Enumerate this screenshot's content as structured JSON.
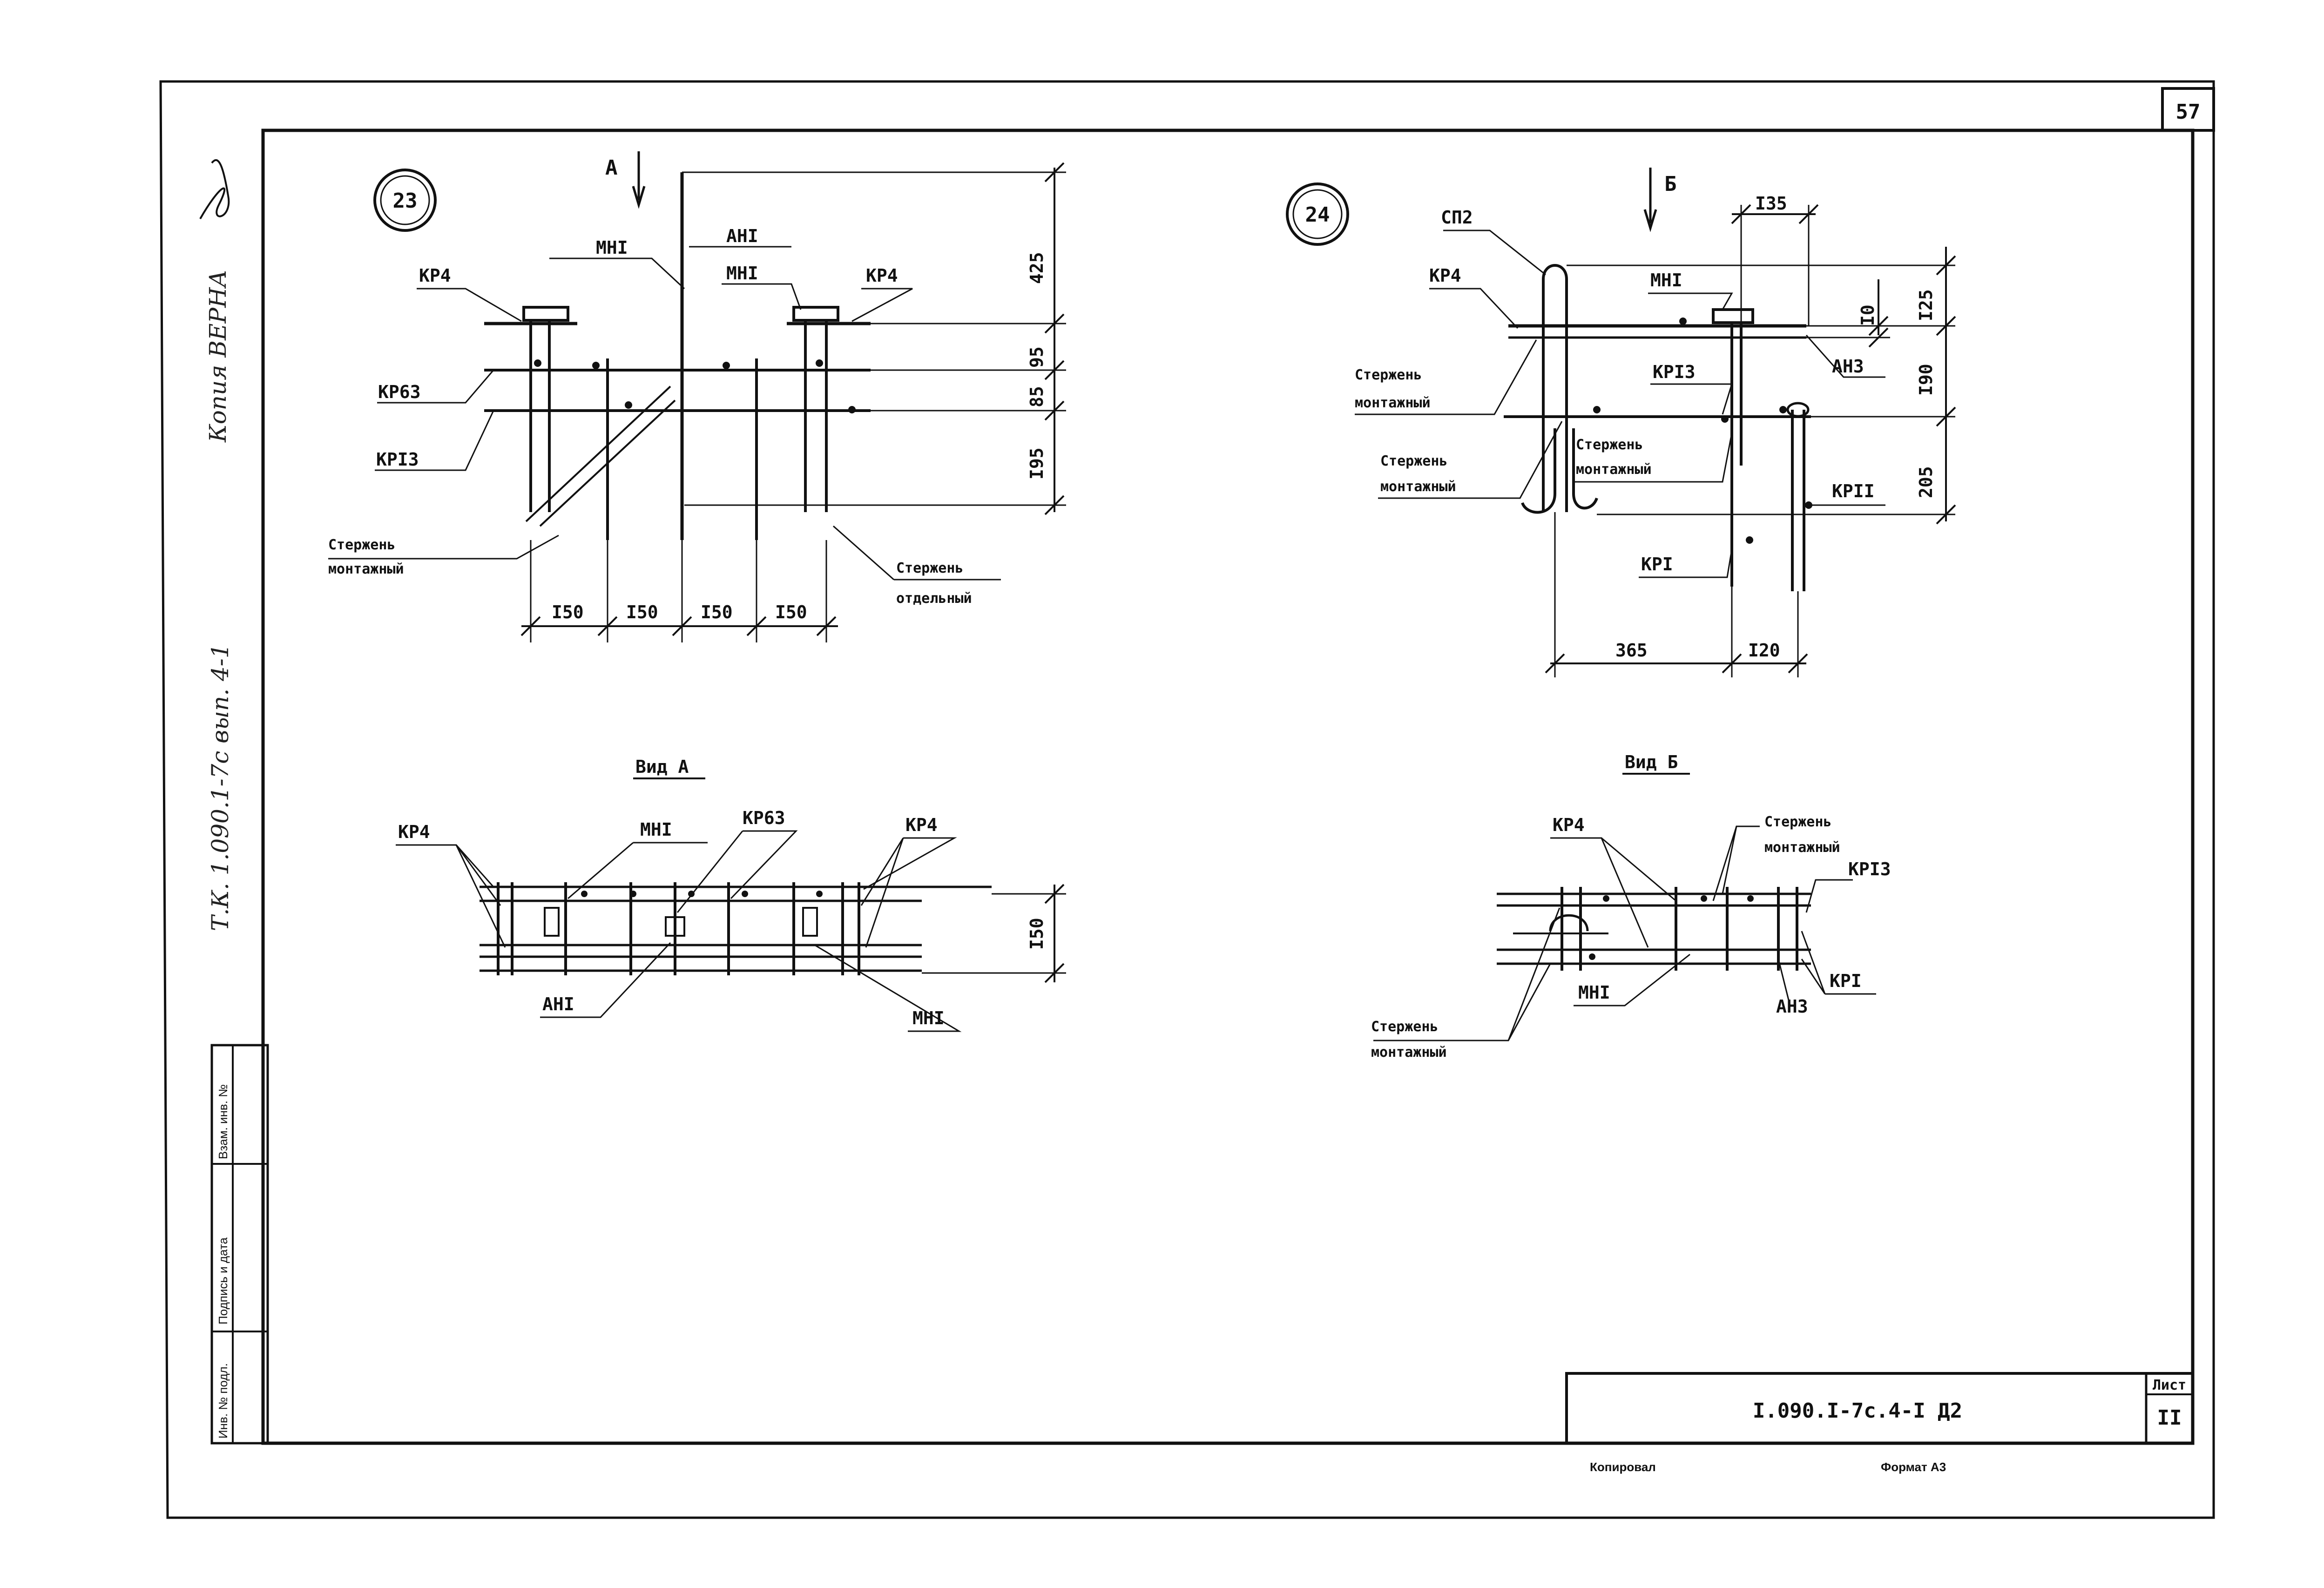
{
  "sheet_number": "57",
  "left_strip": {
    "certified_copy": "Копия ВЕРНА",
    "series_code": "Т.К. 1.090.1-7с вып. 4-1",
    "stamp_columns": [
      "Инв. № подл.",
      "Подпись и дата",
      "Взам. инв. №"
    ]
  },
  "node23": {
    "number": "23",
    "view_marker": "А",
    "labels": {
      "kr4_left": "КР4",
      "mn1_left": "МНI",
      "an1": "АНI",
      "mn1_right": "МНI",
      "kr4_right": "КР4",
      "kr63": "КР63",
      "kr13": "КРIЗ",
      "rod_mount_1": "Стержень",
      "rod_mount_2": "монтажный",
      "rod_sep_1": "Стержень",
      "rod_sep_2": "отдельный"
    },
    "dims_vertical": [
      "425",
      "95",
      "85",
      "I95"
    ],
    "dims_horizontal": [
      "I50",
      "I50",
      "I50",
      "I50"
    ]
  },
  "node24": {
    "number": "24",
    "view_marker": "Б",
    "labels": {
      "sp2": "СП2",
      "kr4": "КР4",
      "mn1": "МНI",
      "rod_mount_a1": "Стержень",
      "rod_mount_a2": "монтажный",
      "kr13": "КРIЗ",
      "an3": "АНЗ",
      "rod_mount_b1": "Стержень",
      "rod_mount_b2": "монтажный",
      "rod_mount_c1": "Стержень",
      "rod_mount_c2": "монтажный",
      "kr11": "КРII",
      "kr1": "КРI"
    },
    "dims_top": "I35",
    "dims_vertical": [
      "I0",
      "I25",
      "I90",
      "205"
    ],
    "dims_horizontal": [
      "365",
      "I20"
    ]
  },
  "view_a": {
    "title": "Вид А",
    "labels": {
      "kr4_left": "КР4",
      "mn1_top": "МНI",
      "kr63": "КР63",
      "kr4_right": "КР4",
      "an1": "АНI",
      "mn1_bottom": "МНI"
    },
    "dim": "I50"
  },
  "view_b": {
    "title": "Вид Б",
    "labels": {
      "kr4": "КР4",
      "rod_mount_a1": "Стержень",
      "rod_mount_a2": "монтажный",
      "kr13": "КРIЗ",
      "kr1": "КРI",
      "an3": "АНЗ",
      "mn1": "МНI",
      "rod_mount_b1": "Стержень",
      "rod_mount_b2": "монтажный"
    }
  },
  "title_block": {
    "designation": "I.090.I-7с.4-I Д2",
    "sheet_label": "Лист",
    "sheet_value": "II"
  },
  "footer": {
    "copied": "Копировал",
    "format": "Формат А3"
  }
}
